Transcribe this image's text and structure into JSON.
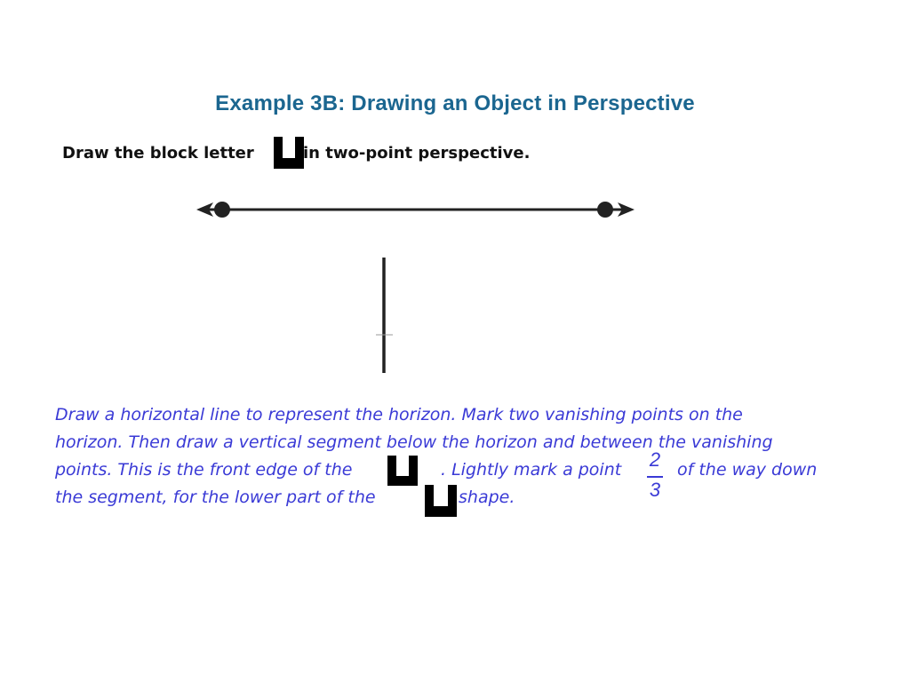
{
  "slide": {
    "title": "Example 3B: Drawing an Object in Perspective",
    "instruction": {
      "before": "Draw the block letter",
      "after": "in two-point perspective."
    },
    "explanation": {
      "line1": "Draw a horizontal line to represent the horizon. Mark two vanishing points on the",
      "line2": "horizon. Then draw a vertical segment below the horizon and between the vanishing",
      "line3a": "points. This is the front edge of the",
      "line3b": ". Lightly mark a point",
      "line3c": "of the way down",
      "line4a": "the segment, for the lower part of the",
      "line4b": "shape."
    },
    "fraction": {
      "numerator": "2",
      "denominator": "3"
    },
    "colors": {
      "title": "#1b6690",
      "explanation": "#3a3ad6",
      "lines": "#222222"
    },
    "icons": {
      "letter": "block-letter-u-icon",
      "vanishing_point": "dot-icon",
      "arrow": "arrowhead-icon"
    }
  }
}
